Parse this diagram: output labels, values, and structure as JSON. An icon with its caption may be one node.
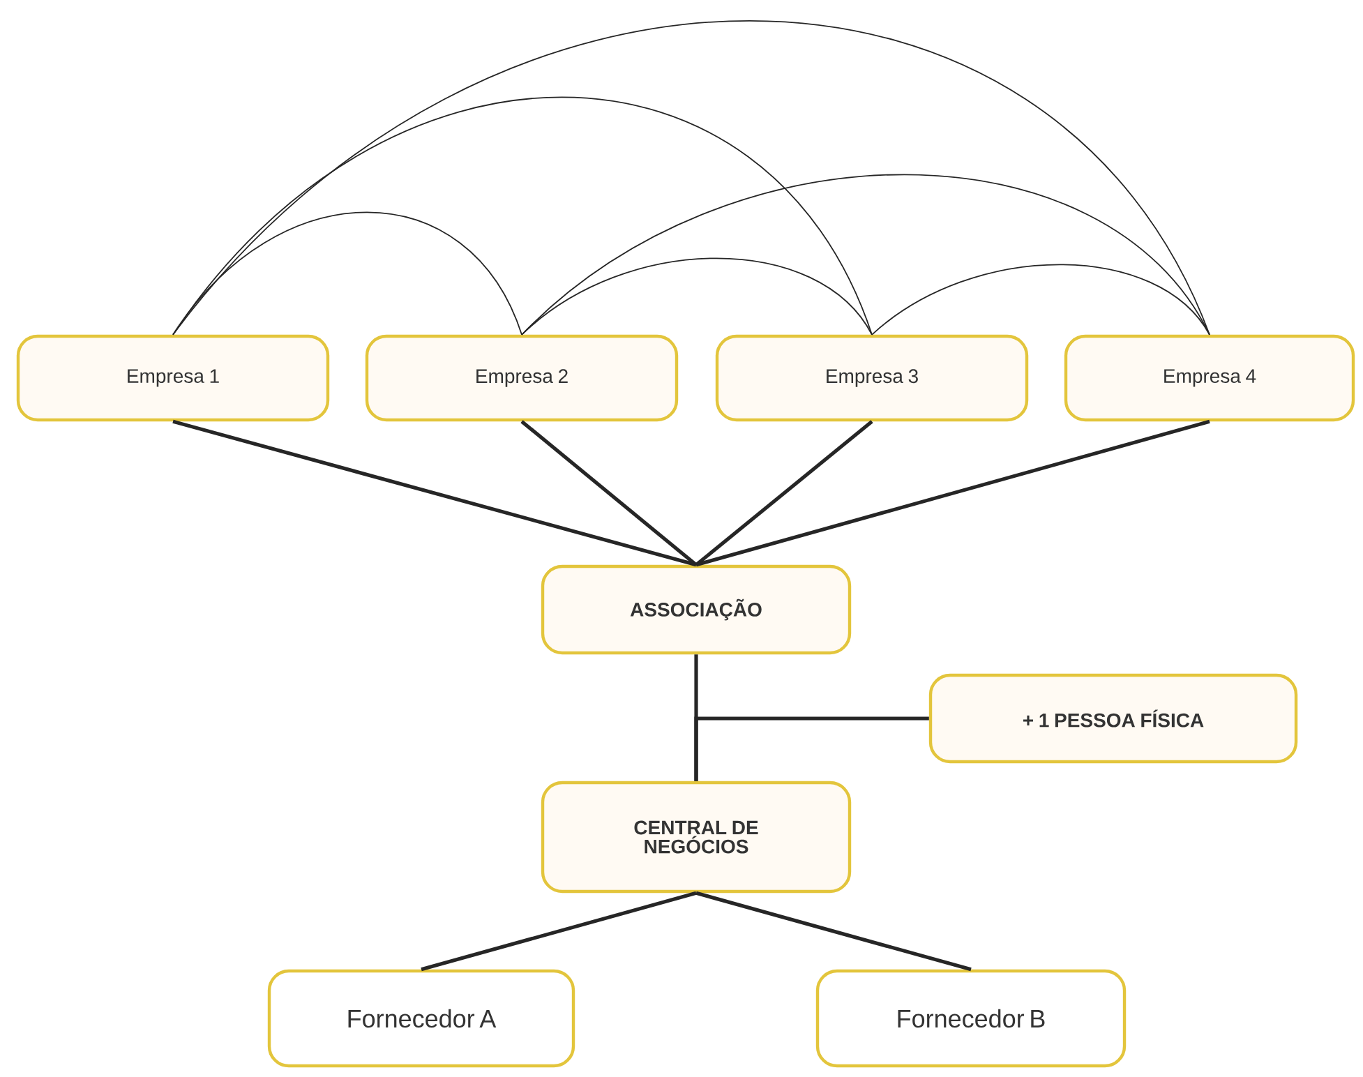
{
  "diagram": {
    "nodes": [
      {
        "text": [
          "Empresa 1"
        ]
      },
      {
        "text": [
          "Empresa 2"
        ]
      },
      {
        "text": [
          "Empresa 3"
        ]
      },
      {
        "text": [
          "Empresa 4"
        ]
      },
      {
        "text": [
          "ASSOCIAÇÃO"
        ]
      },
      {
        "text": [
          "+ 1 PESSOA FÍSICA"
        ]
      },
      {
        "text": [
          "CENTRAL DE NEGÓCIOS"
        ]
      },
      {
        "text": [
          "Fornecedor A"
        ]
      },
      {
        "text": [
          "Fornecedor B"
        ]
      }
    ],
    "edges": [
      {
        "from": 0,
        "to": 3,
        "arrow": "none"
      },
      {
        "from": 0,
        "to": 2,
        "arrow": "none"
      },
      {
        "from": 0,
        "to": 1,
        "arrow": "none"
      },
      {
        "from": 1,
        "to": 3,
        "arrow": "none"
      },
      {
        "from": 1,
        "to": 2,
        "arrow": "none"
      },
      {
        "from": 2,
        "to": 3,
        "arrow": "none"
      },
      {
        "from": 0,
        "to": 4,
        "arrow": "none"
      },
      {
        "from": 1,
        "to": 4,
        "arrow": "none"
      },
      {
        "from": 2,
        "to": 4,
        "arrow": "none"
      },
      {
        "from": 3,
        "to": 4,
        "arrow": "none"
      },
      {
        "from": 4,
        "to": 6,
        "arrow": "none"
      },
      {
        "from": 5,
        "to": 6,
        "arrow": "none"
      },
      {
        "from": 6,
        "to": 7,
        "arrow": "none"
      },
      {
        "from": 6,
        "to": 8,
        "arrow": "none"
      }
    ]
  }
}
